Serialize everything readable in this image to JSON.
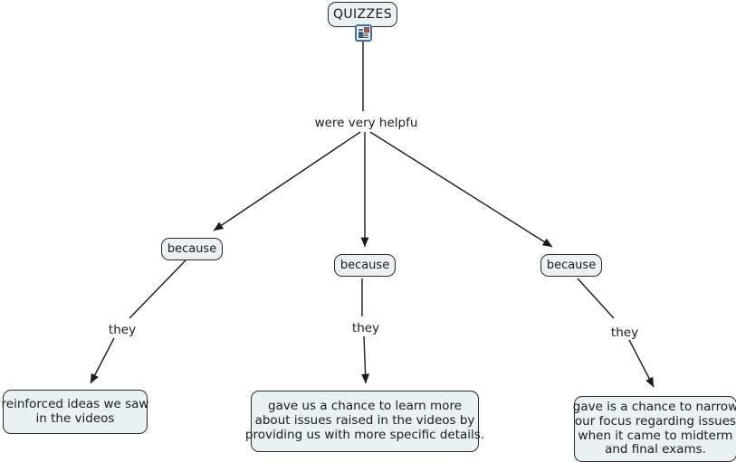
{
  "diagram": {
    "title": "QUIZZES concept map",
    "root": {
      "label": "QUIZZES",
      "icon": "document-resource-icon"
    },
    "relation_root": "were very helpfu",
    "branches": [
      {
        "connector_label": "because",
        "link_label": "they",
        "detail": "reinforced ideas we saw\nin the videos"
      },
      {
        "connector_label": "because",
        "link_label": "they",
        "detail": "gave us a chance to learn more\nabout issues raised in the videos by\nproviding us with more specific details."
      },
      {
        "connector_label": "because",
        "link_label": "they",
        "detail": "gave is a chance to narrow\nour focus regarding issues\nwhen it came to midterm\nand final exams."
      }
    ],
    "colors": {
      "node_fill": "#eaf1f4",
      "node_border": "#2b2b2b",
      "edge": "#1a1a1a",
      "text": "#1a1a1a",
      "icon_border": "#3a6fb0",
      "background": "#ffffff"
    }
  }
}
